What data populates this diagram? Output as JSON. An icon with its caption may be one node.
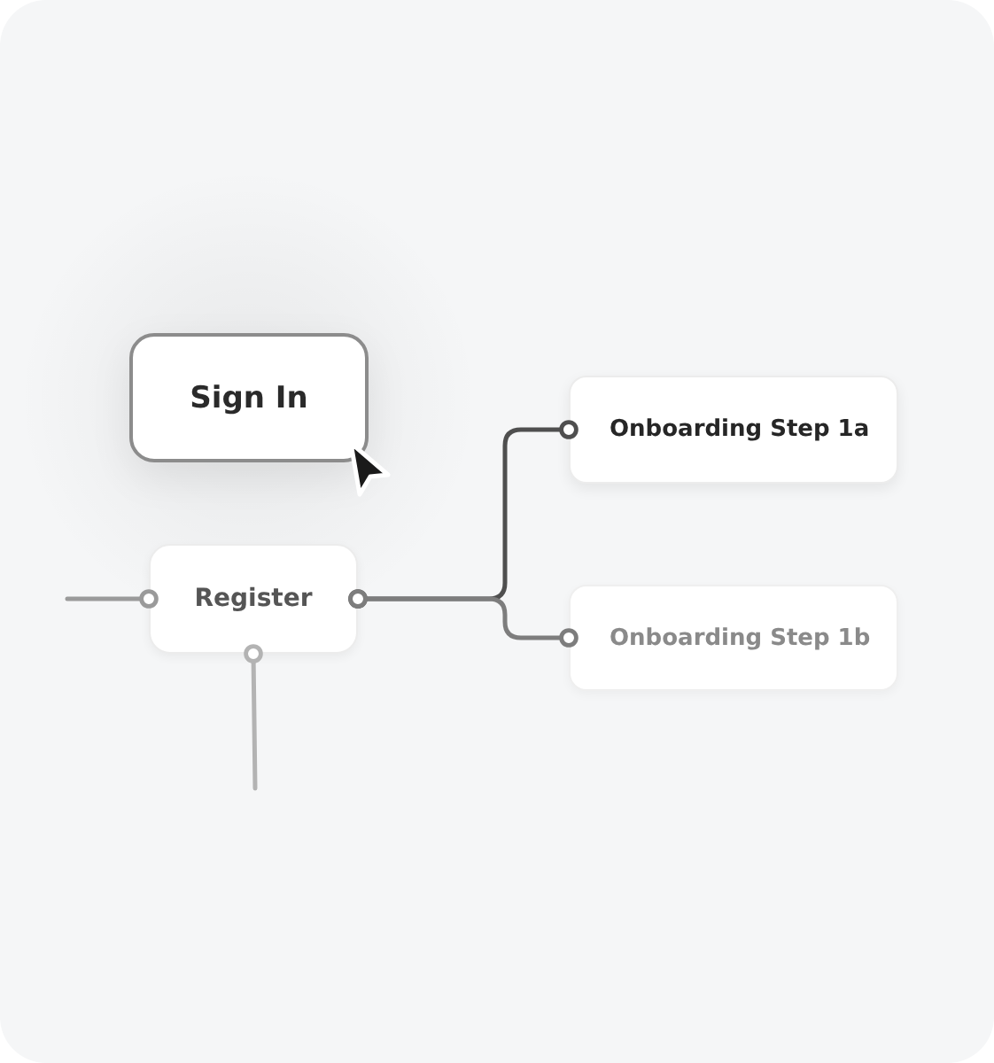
{
  "diagram": {
    "nodes": [
      {
        "text": [
          "Sign In"
        ]
      },
      {
        "text": [
          "Register"
        ]
      },
      {
        "text": [
          "Onboarding Step 1a"
        ]
      },
      {
        "text": [
          "Onboarding Step 1b"
        ]
      }
    ],
    "edges": [
      {
        "from": null,
        "to": 1,
        "arrow": "other",
        "color": "#9a9a9a"
      },
      {
        "from": 1,
        "to": 2,
        "arrow": "other",
        "color": "#4f4f4f"
      },
      {
        "from": 1,
        "to": 3,
        "arrow": "other",
        "color": "#7d7d7d"
      },
      {
        "from": 1,
        "to": null,
        "arrow": "other",
        "color": "#b3b3b3"
      }
    ]
  }
}
